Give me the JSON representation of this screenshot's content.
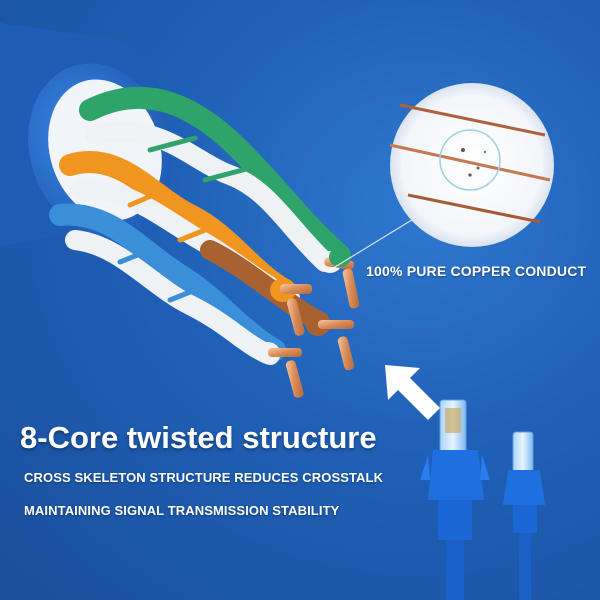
{
  "callout": {
    "text": "100% PURE COPPER CONDUCT"
  },
  "headline": {
    "text": "8-Core twisted structure"
  },
  "subtitle_lines": [
    "CROSS SKELETON STRUCTURE REDUCES CROSSTALK",
    "MAINTAINING SIGNAL TRANSMISSION STABILITY"
  ],
  "colors": {
    "background": "#1f5fb5",
    "jacket": "#2a6fd0",
    "wire_green": "#2ea36a",
    "wire_orange": "#f0951f",
    "wire_blue": "#3a8fd8",
    "wire_brown": "#a86232",
    "copper": "#e8a070",
    "text": "#ffffff"
  },
  "icons": [
    "arrow-icon",
    "rj45-connector-icon"
  ]
}
